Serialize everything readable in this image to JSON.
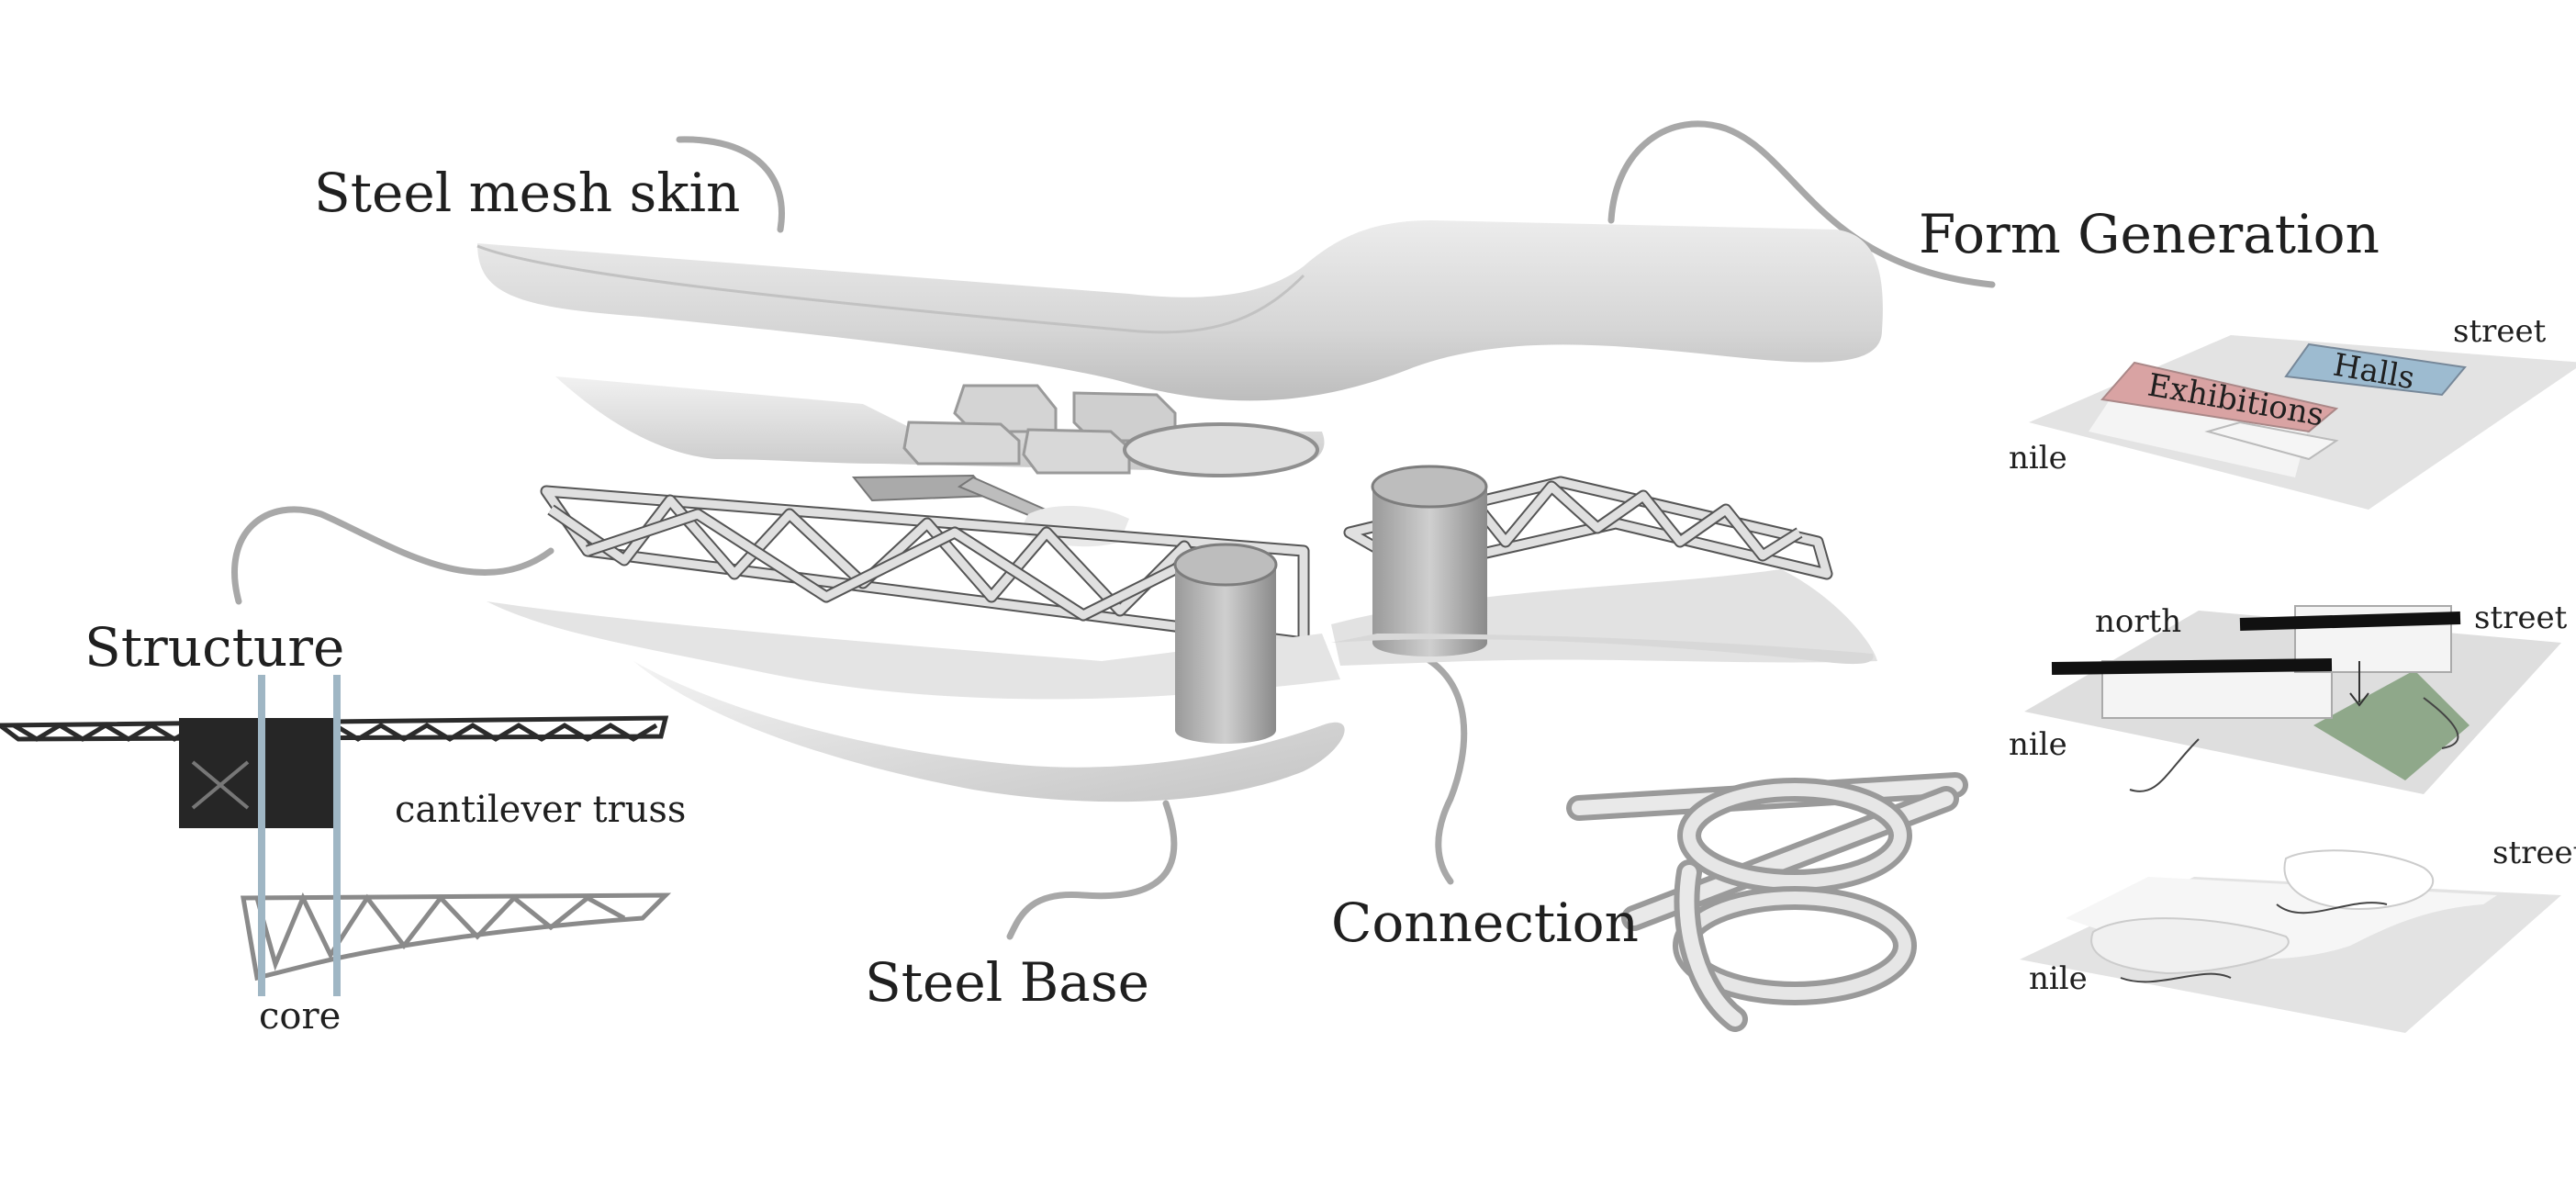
{
  "labels": {
    "steel_mesh_skin": "Steel mesh skin",
    "form_generation": "Form Generation",
    "structure": "Structure",
    "cantilever_truss": "cantilever truss",
    "core": "core",
    "steel_base": "Steel Base",
    "connection": "Connection"
  },
  "form_generation": {
    "step1": {
      "street": "street",
      "nile": "nile",
      "exhibitions": "Exhibitions",
      "halls": "Halls"
    },
    "step2": {
      "north": "north",
      "street": "street",
      "nile": "nile"
    },
    "step3": {
      "street": "street",
      "nile": "nile"
    }
  },
  "colors": {
    "exhibitions_block": "#d9a3a3",
    "halls_block": "#9dbbd0",
    "courtyard_green": "#8fa88a",
    "core_lines": "#9fb6c4",
    "leader_lines": "#a8a8a8"
  }
}
